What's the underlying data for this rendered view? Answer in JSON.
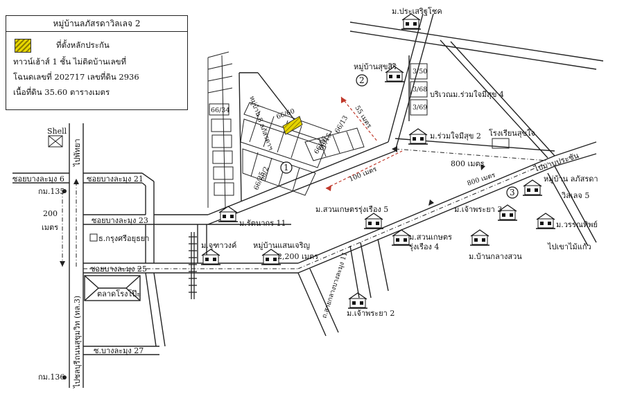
{
  "legend": {
    "title": "หมู่บ้านลภัสรดาวิลเลจ 2",
    "marker_label": "ที่ตั้งหลักประกัน",
    "lines": [
      "ทาวน์เฮ้าส์ 1 ชั้น ไม่ติดบ้านเลขที่",
      "โฉนดเลขที่ 202717 เลขที่ดิน 2936",
      "เนื้อที่ดิน 35.60 ตารางเมตร"
    ],
    "marker_color": "#e6d400"
  },
  "roads": {
    "prasertchoke": "ม.ประเสริฐโชค",
    "soi_bang_lamung_6": "ซอยบางละมุง 6",
    "soi_bang_lamung_21": "ซอยบางละมุง 21",
    "soi_bang_lamung_23": "ซอยบางละมุง 23",
    "soi_bang_lamung_25": "ซอยบางละมุง 25",
    "soi_bang_lamung_27": "ซ.บางละมุง 27",
    "to_rayong": "ไปพัทยา",
    "to_chonburi": "ไปชลบุรี",
    "to_map_prachan": "ไปมาบประชัน",
    "to_pong": "ไปเขาไม้แก้ว",
    "sukhumvit": "ถนนสุขุมวิท (ทล.3)",
    "local_road": "ถ.สายกลางบางละมุง 11"
  },
  "landmarks": {
    "shell": "Shell",
    "km135": "กม.135",
    "km136": "กม.136",
    "distance_200": "200",
    "distance_200_unit": "เมตร",
    "bank": "ธ.กรุงศรีอยุธยา",
    "market": "ตลาดโรงโป๊ะ",
    "school": "โรงเรียนสุขใจ",
    "d55": "55 เมตร",
    "d100": "100 เมตร",
    "d800a": "800 เมตร",
    "d800b": "800 เมตร"
  },
  "villages": {
    "suksiri": "หมู่บ้านสุขสิริ",
    "borivan": "บริเวณม.ร่วมใจมีสุข 4",
    "ruamjai2": "ม.ร่วมใจมีสุข 2",
    "lapasrada": "หมู่บ้าน ลภัสรดา",
    "lapasrada_2": "วิลเลจ 5",
    "suankaset5": "ม.สวนเกษตรรุ่งเรือง 5",
    "chaopraya3": "ม.เจ้าพระยา 3",
    "warunthip": "ม.วรรณทิพย์",
    "rattanakorn": "ม.รัตนากร 11",
    "chukwang": "ม.จุฑาวงค์",
    "saencharoen": "หมู่บ้านแสนเจริญ",
    "saencharoen_2": "2,200 เมตร",
    "suankaset4": "ม.สวนเกษตร",
    "suankaset4_2": "รุ่งเรือง 4",
    "klangsuan": "ม.บ้านกลางสวน",
    "chaopraya2": "ม.เจ้าพระยา 2"
  },
  "houses": {
    "h1": "66/34",
    "h2": "66/60",
    "h3": "66/13",
    "h4": "66/15",
    "h5": "66/16",
    "h6": "66/2",
    "h7": "66/25",
    "h8": "3/50",
    "h9": "3/68",
    "h10": "3/69",
    "street": "หมู่บ้าน 8 ลภัสรดาฯ"
  },
  "markers": [
    "1",
    "2",
    "3"
  ]
}
